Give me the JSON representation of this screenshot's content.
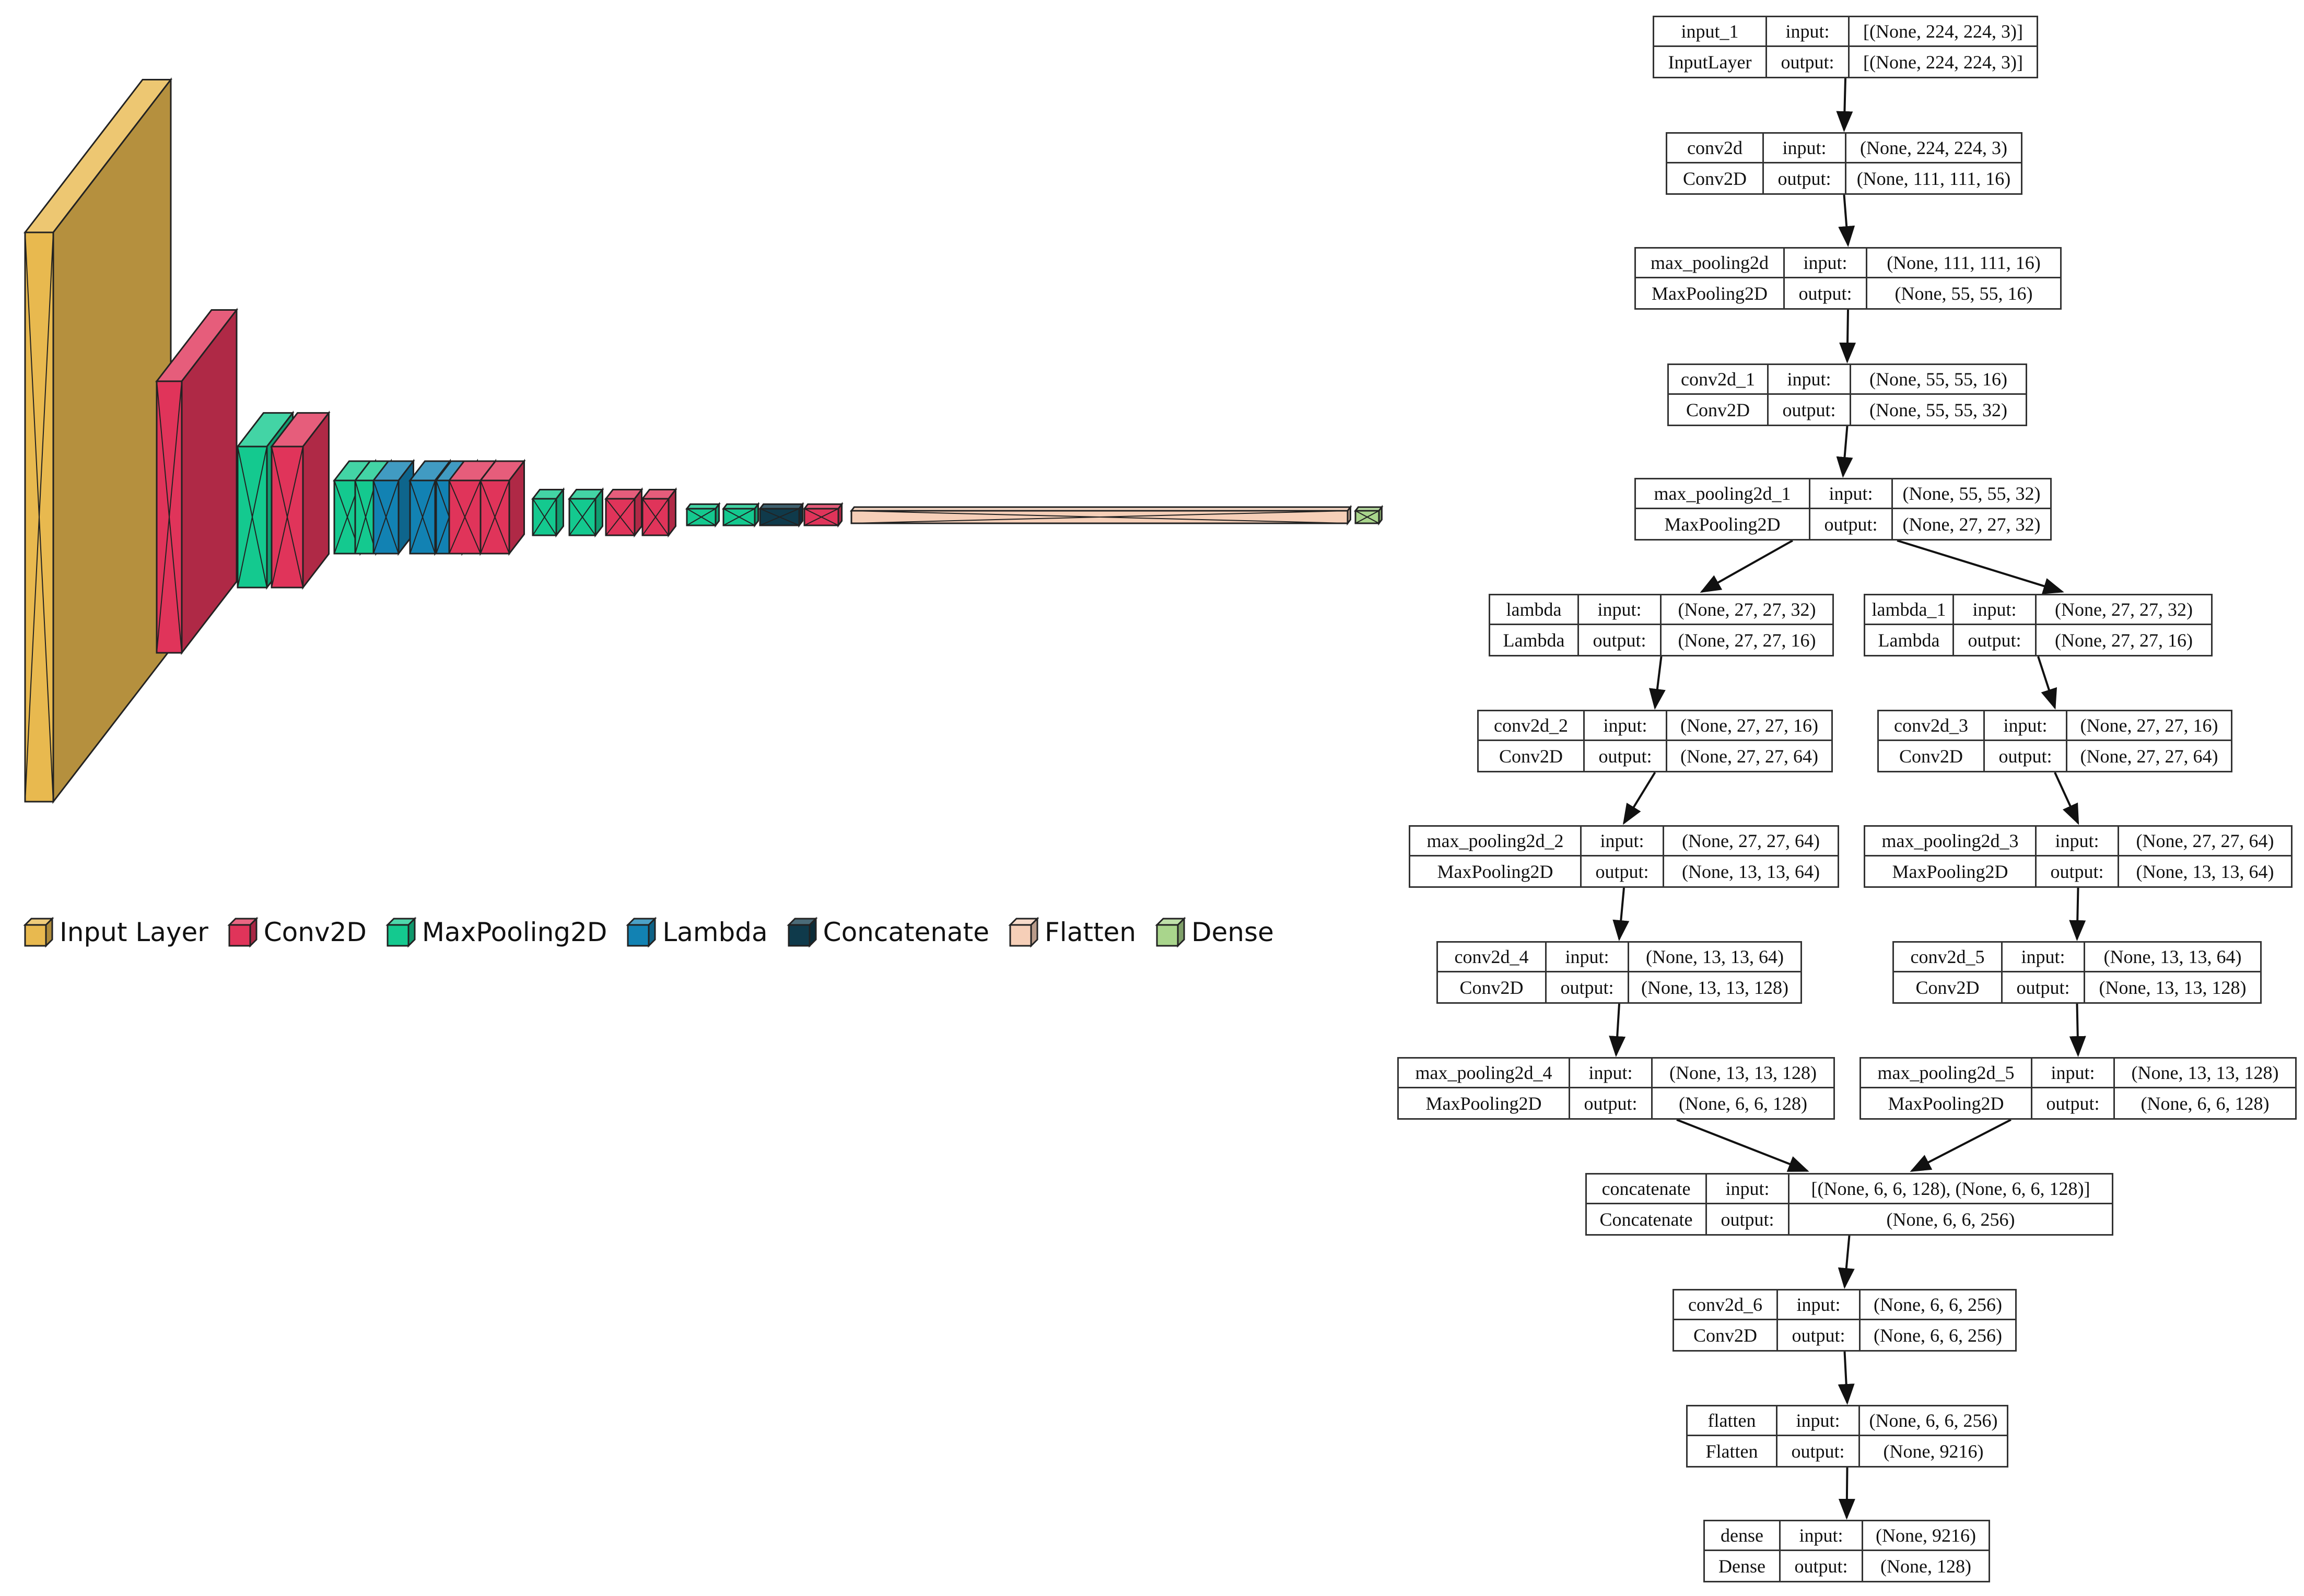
{
  "legend": [
    {
      "label": "Input Layer",
      "color": "#E8B94F"
    },
    {
      "label": "Conv2D",
      "color": "#E0345A"
    },
    {
      "label": "MaxPooling2D",
      "color": "#14C98F"
    },
    {
      "label": "Lambda",
      "color": "#1282B3"
    },
    {
      "label": "Concatenate",
      "color": "#0F3A4B"
    },
    {
      "label": "Flatten",
      "color": "#F6CFB8"
    },
    {
      "label": "Dense",
      "color": "#A9D58C"
    }
  ],
  "labels": {
    "input": "input:",
    "output": "output:"
  },
  "nodes": [
    {
      "name": "input_1",
      "cls": "InputLayer",
      "in": "[(None, 224, 224, 3)]",
      "out": "[(None, 224, 224, 3)]"
    },
    {
      "name": "conv2d",
      "cls": "Conv2D",
      "in": "(None, 224, 224, 3)",
      "out": "(None, 111, 111, 16)"
    },
    {
      "name": "max_pooling2d",
      "cls": "MaxPooling2D",
      "in": "(None, 111, 111, 16)",
      "out": "(None, 55, 55, 16)"
    },
    {
      "name": "conv2d_1",
      "cls": "Conv2D",
      "in": "(None, 55, 55, 16)",
      "out": "(None, 55, 55, 32)"
    },
    {
      "name": "max_pooling2d_1",
      "cls": "MaxPooling2D",
      "in": "(None, 55, 55, 32)",
      "out": "(None, 27, 27, 32)"
    },
    {
      "name": "lambda",
      "cls": "Lambda",
      "in": "(None, 27, 27, 32)",
      "out": "(None, 27, 27, 16)"
    },
    {
      "name": "lambda_1",
      "cls": "Lambda",
      "in": "(None, 27, 27, 32)",
      "out": "(None, 27, 27, 16)"
    },
    {
      "name": "conv2d_2",
      "cls": "Conv2D",
      "in": "(None, 27, 27, 16)",
      "out": "(None, 27, 27, 64)"
    },
    {
      "name": "conv2d_3",
      "cls": "Conv2D",
      "in": "(None, 27, 27, 16)",
      "out": "(None, 27, 27, 64)"
    },
    {
      "name": "max_pooling2d_2",
      "cls": "MaxPooling2D",
      "in": "(None, 27, 27, 64)",
      "out": "(None, 13, 13, 64)"
    },
    {
      "name": "max_pooling2d_3",
      "cls": "MaxPooling2D",
      "in": "(None, 27, 27, 64)",
      "out": "(None, 13, 13, 64)"
    },
    {
      "name": "conv2d_4",
      "cls": "Conv2D",
      "in": "(None, 13, 13, 64)",
      "out": "(None, 13, 13, 128)"
    },
    {
      "name": "conv2d_5",
      "cls": "Conv2D",
      "in": "(None, 13, 13, 64)",
      "out": "(None, 13, 13, 128)"
    },
    {
      "name": "max_pooling2d_4",
      "cls": "MaxPooling2D",
      "in": "(None, 13, 13, 128)",
      "out": "(None, 6, 6, 128)"
    },
    {
      "name": "max_pooling2d_5",
      "cls": "MaxPooling2D",
      "in": "(None, 13, 13, 128)",
      "out": "(None, 6, 6, 128)"
    },
    {
      "name": "concatenate",
      "cls": "Concatenate",
      "in": "[(None, 6, 6, 128), (None, 6, 6, 128)]",
      "out": "(None, 6, 6, 256)"
    },
    {
      "name": "conv2d_6",
      "cls": "Conv2D",
      "in": "(None, 6, 6, 256)",
      "out": "(None, 6, 6, 256)"
    },
    {
      "name": "flatten",
      "cls": "Flatten",
      "in": "(None, 6, 6, 256)",
      "out": "(None, 9216)"
    },
    {
      "name": "dense",
      "cls": "Dense",
      "in": "(None, 9216)",
      "out": "(None, 128)"
    }
  ]
}
